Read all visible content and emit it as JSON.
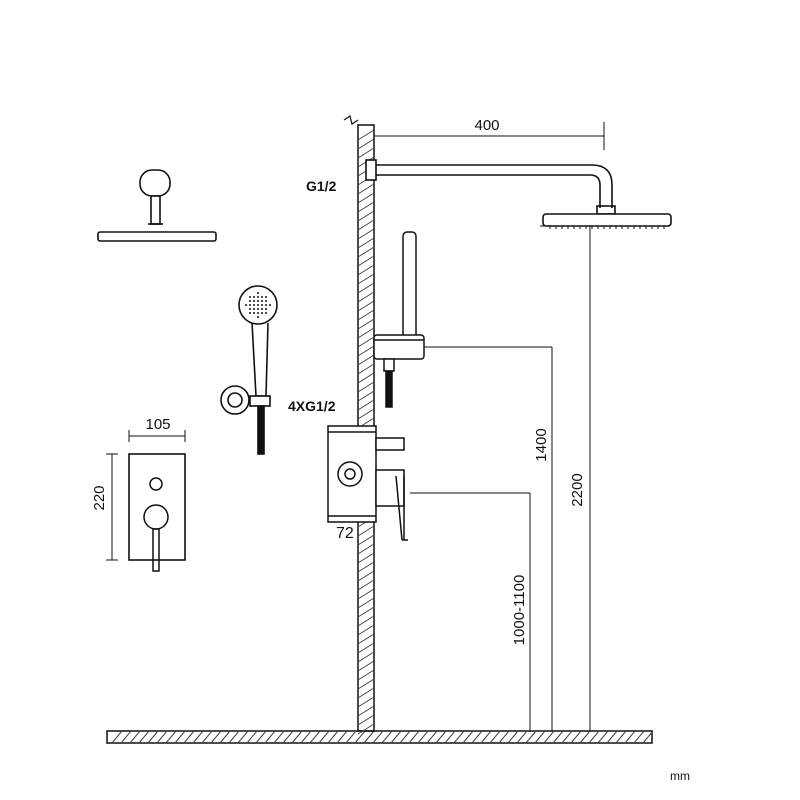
{
  "dimensions": {
    "arm_length": "400",
    "inlet_thread": "G1/2",
    "valve_connections": "4XG1/2",
    "valve_depth": "72",
    "plate_width": "105",
    "plate_height": "220",
    "head_height": "2200",
    "handshower_height": "1400",
    "valve_height": "1000-1100"
  },
  "unit": "mm",
  "colors": {
    "line": "#111111",
    "hatch": "#444444",
    "background": "#ffffff"
  }
}
